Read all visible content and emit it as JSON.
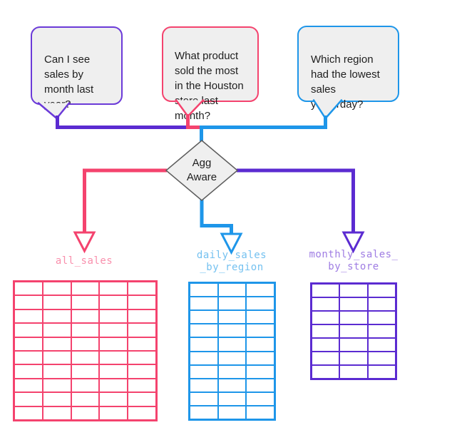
{
  "colors": {
    "pink": "#F4436E",
    "purple": "#5B2BD1",
    "purple_bubble": "#6B3AD8",
    "blue": "#1E96E9",
    "label_pink": "#F98FAC",
    "label_blue": "#74C1F0",
    "label_purple": "#9F7DE3",
    "bubble_fill": "#EFEFEF",
    "diamond_border": "#5C5C5C",
    "text": "#1E1E1E"
  },
  "bubbles": [
    {
      "text": "Can I see\nsales by\nmonth last\nyear?",
      "accent": "purple"
    },
    {
      "text": "What product\nsold the most\nin the Houston\nstore last\nmonth?",
      "accent": "pink"
    },
    {
      "text": "Which region\nhad the lowest\nsales\nyesterday?",
      "accent": "blue"
    }
  ],
  "diamond": {
    "label": "Agg\nAware"
  },
  "tables": [
    {
      "label": "all_sales",
      "columns": 5,
      "rows": 10,
      "accent": "pink"
    },
    {
      "label": "daily_sales\n_by_region",
      "columns": 3,
      "rows": 10,
      "accent": "blue"
    },
    {
      "label": "monthly_sales_\nby_store",
      "columns": 3,
      "rows": 7,
      "accent": "purple"
    }
  ]
}
